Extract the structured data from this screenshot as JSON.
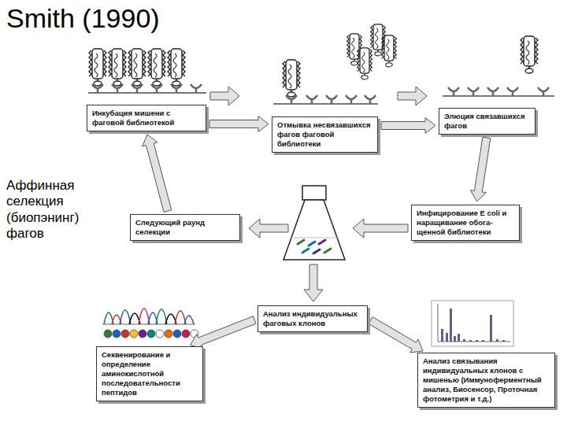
{
  "diagram": {
    "title": "Smith (1990)",
    "nodes": [
      {
        "text": [
          "Инкубация мишени с фаговой библиотекой"
        ]
      },
      {
        "text": [
          "Отмывка несвязавшихся фагов фаговой библиотеки"
        ]
      },
      {
        "text": [
          "Элюция связавшихся фагов"
        ]
      },
      {
        "text": [
          "Инфицирование E coli и наращивание обога- щенной библиотеки"
        ]
      },
      {
        "text": [
          "Следующий раунд селекции"
        ]
      },
      {
        "text": [
          "Анализ индивидуальных фаговых клонов"
        ]
      },
      {
        "text": [
          "Секвенирование и определение аминокислотной последовательности пептидов"
        ]
      },
      {
        "text": [
          "Анализ связывания индивидуальных клонов с мишенью (Иммуноферментный анализ, Биосенсор, Проточная фотометрия и т.д.)"
        ]
      }
    ],
    "edges": [
      {
        "from": 0,
        "to": 1,
        "arrow": "to"
      },
      {
        "from": 1,
        "to": 2,
        "arrow": "to"
      },
      {
        "from": 2,
        "to": 3,
        "arrow": "to"
      },
      {
        "from": 4,
        "to": 0,
        "arrow": "to"
      },
      {
        "from": 5,
        "to": 6,
        "arrow": "to"
      },
      {
        "from": 5,
        "to": 7,
        "arrow": "to"
      }
    ],
    "labels": [
      "Аффинная селекция (биопэнинг) фагов"
    ]
  }
}
